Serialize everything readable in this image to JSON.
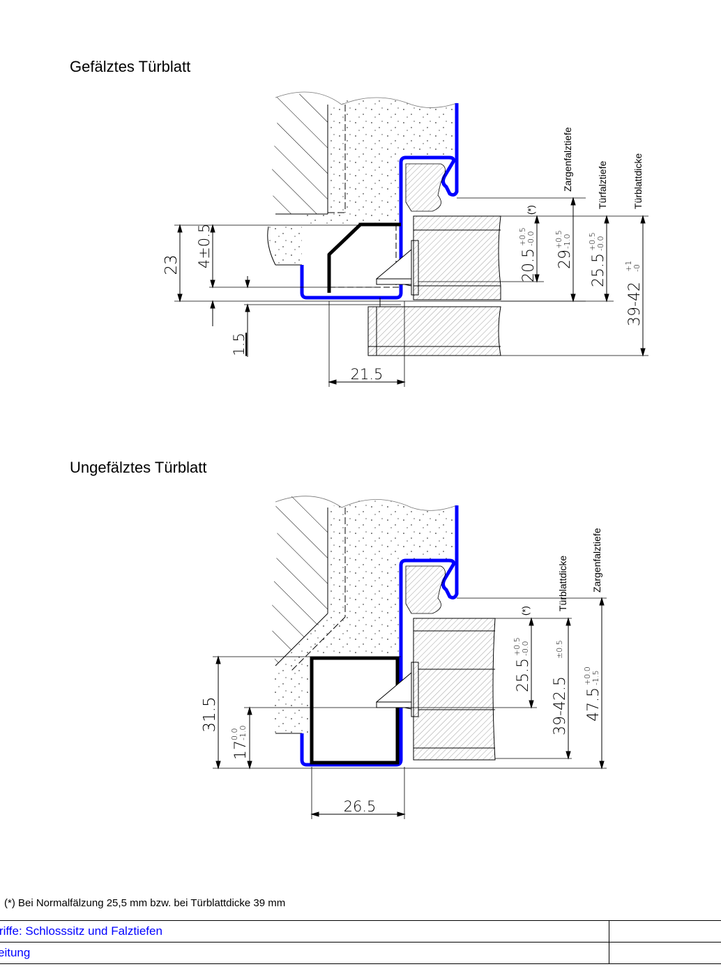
{
  "section1": {
    "title": "Gefälztes Türblatt",
    "dims": {
      "d23": "23",
      "d4": "4±0.5",
      "d15": "1.5",
      "d215": "21.5",
      "d205_base": "20.5",
      "d205_sup": "+0.5",
      "d205_sub": "-0.0",
      "d29_base": "29",
      "d29_sup": "+0.5",
      "d29_sub": "-1.0",
      "d255_base": "25.5",
      "d255_sup": "+0.5",
      "d255_sub": "-0.0",
      "d3942_base": "39-42",
      "d3942_sup": "+1",
      "d3942_sub": "-0",
      "star": "(*)"
    },
    "labels": {
      "zargenfalztiefe": "Zargenfalztiefe",
      "tuerfalztiefe": "Türfalztiefe",
      "tuerblattdicke": "Türblattdicke"
    }
  },
  "section2": {
    "title": "Ungefälztes Türblatt",
    "dims": {
      "d315": "31.5",
      "d17_base": "17",
      "d17_sup": "0.0",
      "d17_sub": "-1.0",
      "d265": "26.5",
      "d255_base": "25.5",
      "d255_sup": "+0.5",
      "d255_sub": "-0.0",
      "d39425": "39-42.5",
      "d39425_tol": "±0.5",
      "d475_base": "47.5",
      "d475_sup": "+0.0",
      "d475_sub": "-1.5",
      "star": "(*)"
    },
    "labels": {
      "tuerblattdicke": "Türblattdicke",
      "zargenfalztiefe": "Zargenfalztiefe"
    }
  },
  "footnote": "(*) Bei Normalfälzung 25,5 mm bzw. bei Türblattdicke 39 mm",
  "footer": {
    "row1": "egriffe: Schlosssitz und Falztiefen",
    "row2": "inleitung"
  },
  "colors": {
    "frame": "#0000ff",
    "link": "#0000ff",
    "lines": "#000000"
  }
}
